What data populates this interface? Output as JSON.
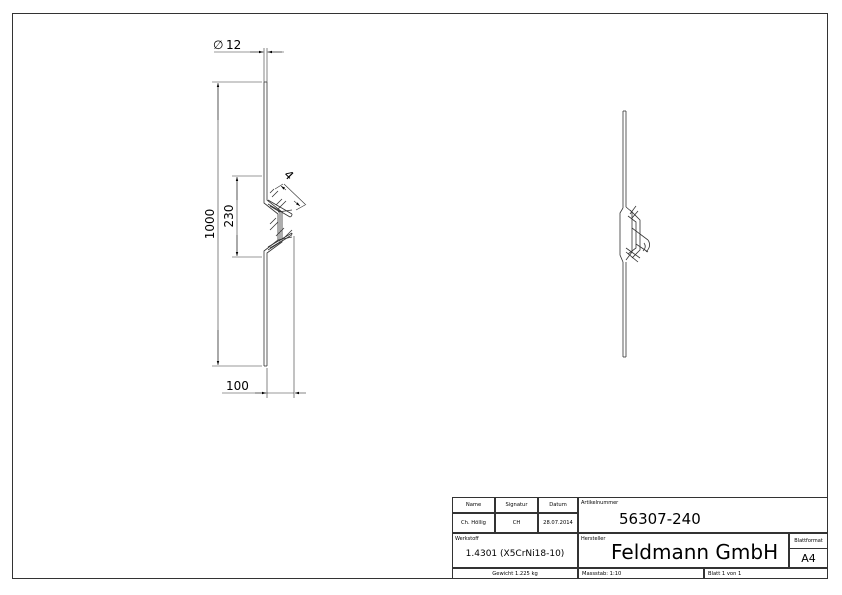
{
  "dimensions": {
    "diameter_symbol": "∅",
    "diameter_value": "12",
    "total_length": "1000",
    "hook_zone": "230",
    "hook_offset": "4",
    "width": "100"
  },
  "title_block": {
    "name_header": "Name",
    "signature_header": "Signatur",
    "date_header": "Datum",
    "name_value": "Ch. Höllig",
    "signature_value": "CH",
    "date_value": "28.07.2014",
    "article_label": "Artikelnummer",
    "article_number": "56307-240",
    "material_label": "Werkstoff",
    "material_value": "1.4301 (X5CrNi18-10)",
    "manufacturer_label": "Hersteller",
    "manufacturer_value": "Feldmann GmbH",
    "sheet_format_label": "Blattformat",
    "sheet_format_value": "A4",
    "weight": "Gewicht 1.225 kg",
    "scale": "Massstab: 1:10",
    "sheet_number": "Blatt 1 von 1"
  },
  "colors": {
    "line": "#333333",
    "paper": "#ffffff"
  }
}
